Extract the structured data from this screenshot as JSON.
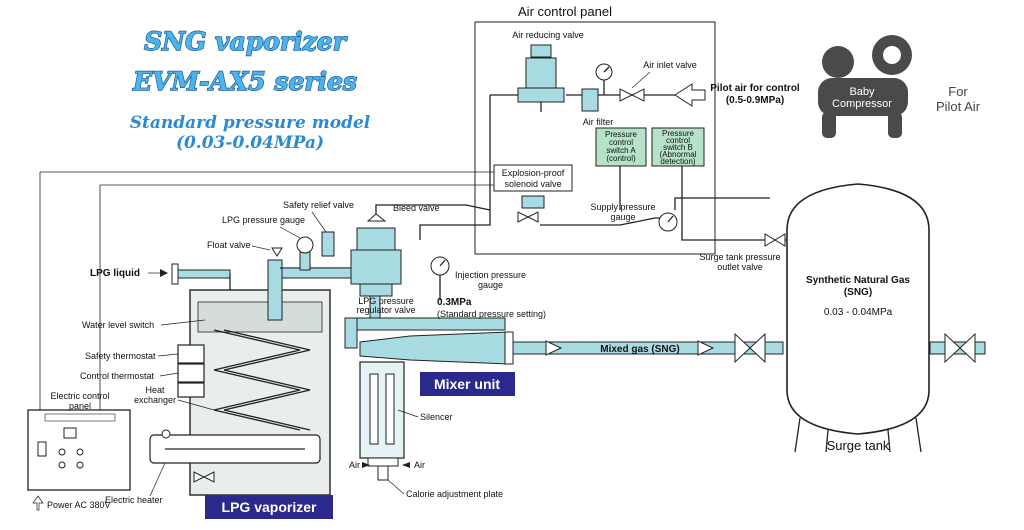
{
  "title": {
    "line1": "SNG vaporizer",
    "line2": "EVM-AX5 series",
    "sub1": "Standard pressure model",
    "sub2": "(0.03-0.04MPa)"
  },
  "air_panel": {
    "title": "Air control panel",
    "reducing_valve": "Air reducing valve",
    "inlet_valve": "Air inlet valve",
    "pilot_air_l1": "Pilot air for control",
    "pilot_air_l2": "(0.5-0.9MPa)",
    "air_filter": "Air filter",
    "switch_a": [
      "Pressure",
      "control",
      "switch A",
      "(control)"
    ],
    "switch_b": [
      "Pressure",
      "control",
      "switch B",
      "(Abnormal",
      "detection)"
    ],
    "solenoid_l1": "Explosion-proof",
    "solenoid_l2": "solenoid valve",
    "supply_gauge_l1": "Supply pressure",
    "supply_gauge_l2": "gauge"
  },
  "compressor": {
    "name_l1": "Baby",
    "name_l2": "Compressor",
    "for_l1": "For",
    "for_l2": "Pilot Air"
  },
  "vaporizer": {
    "safety_relief": "Safety relief valve",
    "bleed": "Bleed valve",
    "lpg_gauge": "LPG pressure gauge",
    "float_valve": "Float valve",
    "lpg_liquid": "LPG liquid",
    "water_level": "Water level switch",
    "safety_thermo": "Safety thermostat",
    "control_thermo": "Control thermostat",
    "heat_ex_l1": "Heat",
    "heat_ex_l2": "exchanger",
    "ecp_l1": "Electric control",
    "ecp_l2": "panel",
    "heater": "Electric heater",
    "power": "Power AC 380V",
    "name": "LPG vaporizer",
    "regulator_l1": "LPG pressure",
    "regulator_l2": "regulator valve",
    "inj_gauge_l1": "Injection pressure",
    "inj_gauge_l2": "gauge",
    "pressure": "0.3MPa",
    "pressure_note": "(Standard pressure setting)"
  },
  "mixer": {
    "name": "Mixer unit",
    "silencer": "Silencer",
    "air_left": "Air",
    "air_right": "Air",
    "calorie": "Calorie adjustment plate",
    "mixed_gas": "Mixed gas (SNG)"
  },
  "surge": {
    "outlet_l1": "Surge tank pressure",
    "outlet_l2": "outlet valve",
    "gas_l1": "Synthetic Natural Gas",
    "gas_l2": "(SNG)",
    "gas_pressure": "0.03 - 0.04MPa",
    "name": "Surge tank"
  },
  "colors": {
    "pipe": "#a8dbe2",
    "title_fill": "#4db3ec",
    "highlight_label": "#2b2a8c",
    "switch_box": "#b6e3c7"
  }
}
